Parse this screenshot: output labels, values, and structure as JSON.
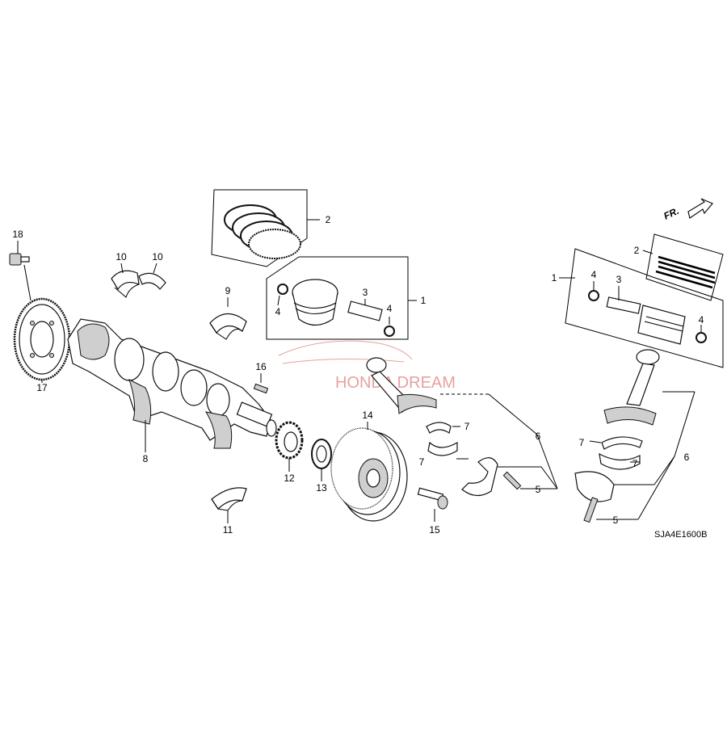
{
  "diagram": {
    "direction_label": "FR.",
    "watermark": "HONDA DREAM",
    "drawing_code": "SJA4E1600B",
    "callouts": {
      "c18": "18",
      "c17": "17",
      "c10a": "10",
      "c10b": "10",
      "c8": "8",
      "c9": "9",
      "c11": "11",
      "c2_left": "2",
      "c4_left_a": "4",
      "c3_left": "3",
      "c4_left_b": "4",
      "c1_left": "1",
      "c16": "16",
      "c12": "12",
      "c13": "13",
      "c14": "14",
      "c15": "15",
      "c7_a": "7",
      "c7_b": "7",
      "c6_left": "6",
      "c5_left": "5",
      "c2_right": "2",
      "c1_right": "1",
      "c4_right_a": "4",
      "c3_right": "3",
      "c4_right_b": "4",
      "c7_c": "7",
      "c7_d": "7",
      "c6_right": "6",
      "c5_right": "5"
    }
  }
}
